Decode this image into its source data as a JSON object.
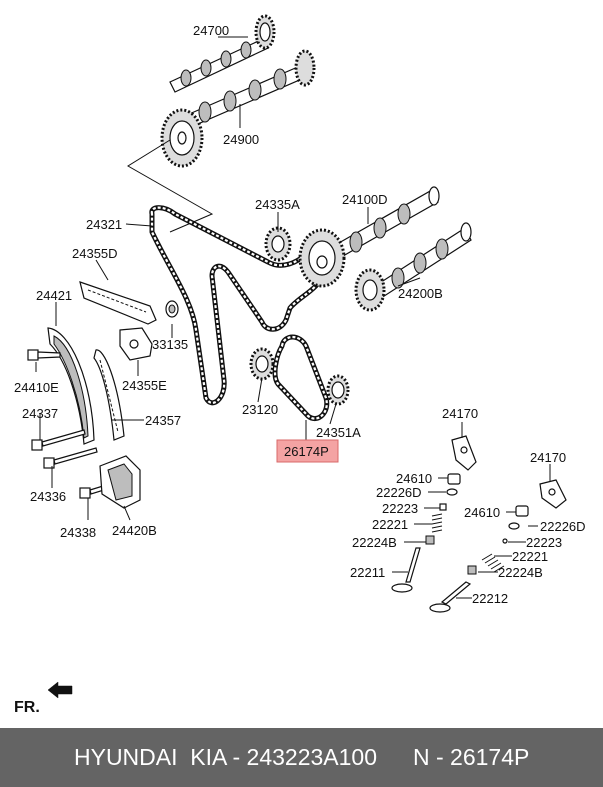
{
  "diagram": {
    "front_label": "FR.",
    "highlight_color": "#f4a3a3",
    "labels": {
      "p24700": "24700",
      "p24900": "24900",
      "p24321": "24321",
      "p24335A": "24335A",
      "p24100D": "24100D",
      "p24355D": "24355D",
      "p24200B": "24200B",
      "p24421": "24421",
      "p33135": "33135",
      "p24410E": "24410E",
      "p24355E": "24355E",
      "p23120": "23120",
      "p24337": "24337",
      "p24357": "24357",
      "p24351A": "24351A",
      "p26174P": "26174P",
      "p24336": "24336",
      "p24338": "24338",
      "p24420B": "24420B",
      "p24170_left": "24170",
      "p24170_right": "24170",
      "p24610_left": "24610",
      "p22226D_left": "22226D",
      "p22223_left": "22223",
      "p22221_left": "22221",
      "p22224B_left": "22224B",
      "p22211": "22211",
      "p24610_right": "24610",
      "p22226D_right": "22226D",
      "p22223_right": "22223",
      "p22221_right": "22221",
      "p22224B_right": "22224B",
      "p22212": "22212"
    }
  },
  "footer": {
    "brand": "HYUNDAI  KIA - 243223A100",
    "part_number": "N - 26174P"
  }
}
